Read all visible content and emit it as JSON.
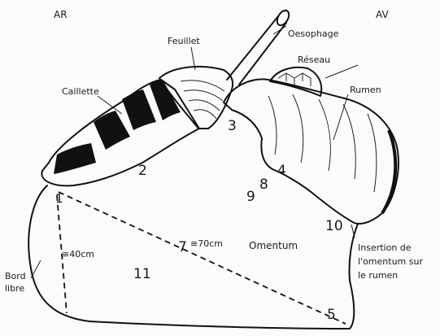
{
  "orientation": {
    "left": "AR",
    "right": "AV"
  },
  "organs": {
    "oesophagus": "Oesophage",
    "omasum": "Feuillet",
    "reticulum": "Réseau",
    "abomasum": "Caillette",
    "rumen": "Rumen",
    "omentum": "Omentum"
  },
  "measurements": {
    "diagonal": "≅70cm",
    "vertical": "≅40cm"
  },
  "free_edge": {
    "line1": "Bord",
    "line2": "libre"
  },
  "insertion_note": {
    "line1": "Insertion de",
    "line2": "l'omentum sur",
    "line3": "le rumen"
  },
  "reference_points": [
    "1",
    "2",
    "3",
    "4",
    "5",
    "7",
    "8",
    "9",
    "10",
    "11"
  ],
  "colors": {
    "ink": "#111111",
    "paper": "#fbfbf9"
  }
}
